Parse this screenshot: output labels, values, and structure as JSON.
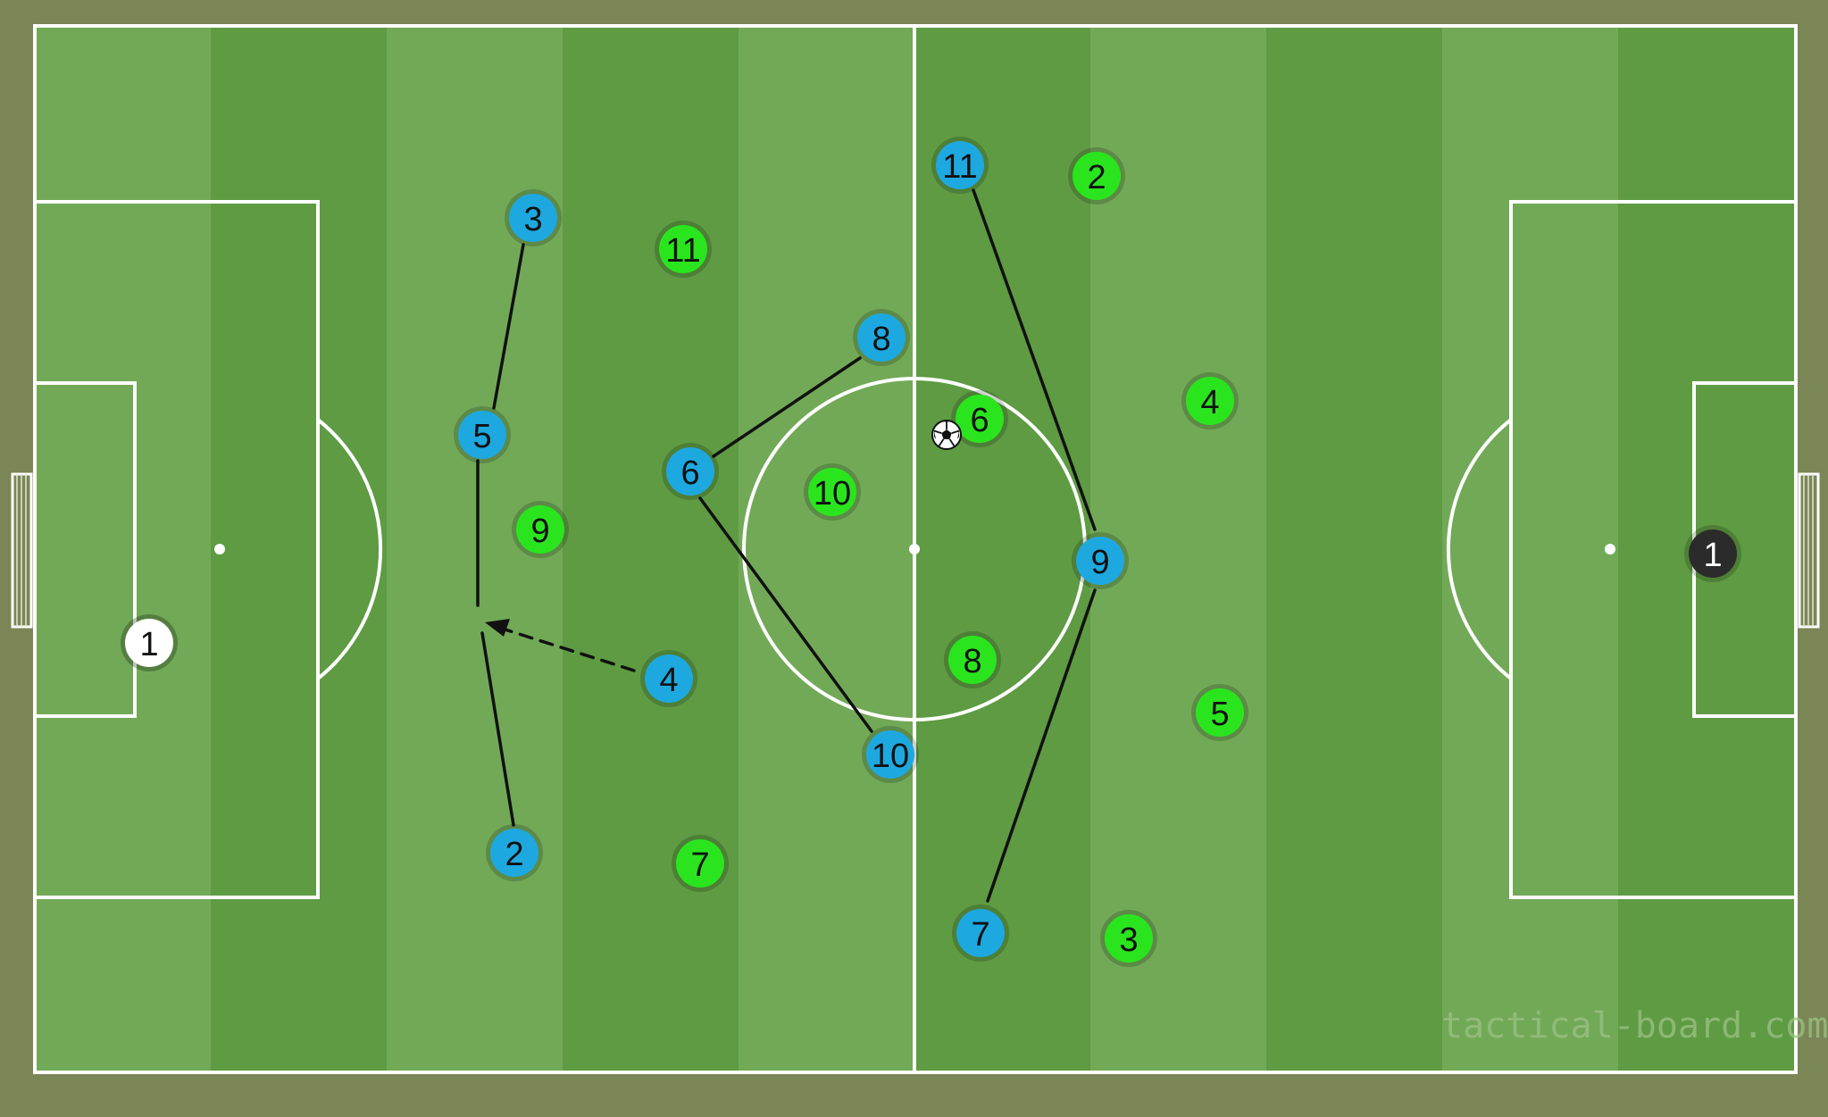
{
  "watermark": "tactical-board.com",
  "colors": {
    "background": "#7a8656",
    "stripe_light": "#72a957",
    "stripe_dark": "#5e9b43",
    "lines": "#ffffff",
    "home_team": "#1ea8e0",
    "away_team": "#2ae51e",
    "home_goalkeeper": "#ffffff",
    "away_goalkeeper": "#2b2b2b",
    "link_line": "#111111"
  },
  "ball": {
    "icon": "soccer-ball-icon"
  },
  "home_players": [
    {
      "id": "home-1",
      "number": "1",
      "role": "goalkeeper"
    },
    {
      "id": "home-2",
      "number": "2"
    },
    {
      "id": "home-3",
      "number": "3"
    },
    {
      "id": "home-4",
      "number": "4"
    },
    {
      "id": "home-5",
      "number": "5"
    },
    {
      "id": "home-6",
      "number": "6"
    },
    {
      "id": "home-7",
      "number": "7"
    },
    {
      "id": "home-8",
      "number": "8"
    },
    {
      "id": "home-9",
      "number": "9"
    },
    {
      "id": "home-10",
      "number": "10"
    },
    {
      "id": "home-11",
      "number": "11"
    }
  ],
  "away_players": [
    {
      "id": "away-1",
      "number": "1",
      "role": "goalkeeper"
    },
    {
      "id": "away-2",
      "number": "2"
    },
    {
      "id": "away-3",
      "number": "3"
    },
    {
      "id": "away-4",
      "number": "4"
    },
    {
      "id": "away-5",
      "number": "5"
    },
    {
      "id": "away-6",
      "number": "6"
    },
    {
      "id": "away-7",
      "number": "7"
    },
    {
      "id": "away-8",
      "number": "8"
    },
    {
      "id": "away-9",
      "number": "9"
    },
    {
      "id": "away-10",
      "number": "10"
    },
    {
      "id": "away-11",
      "number": "11"
    }
  ]
}
